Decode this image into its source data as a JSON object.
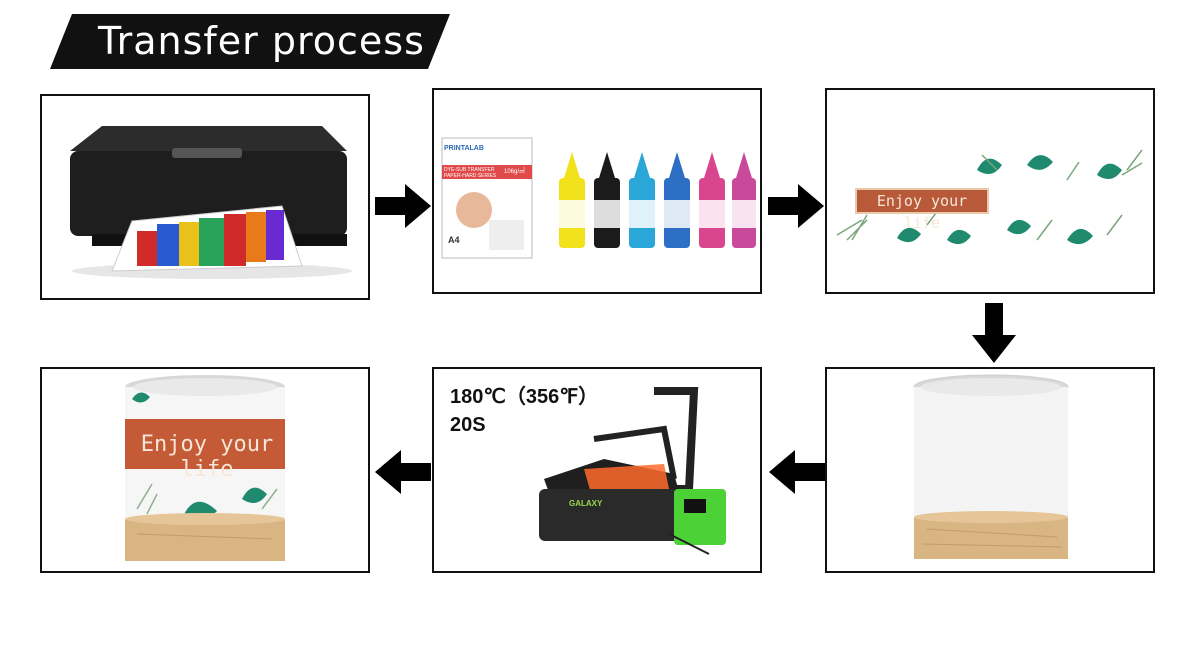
{
  "title": "Transfer process",
  "steps": [
    {
      "name": "printer"
    },
    {
      "name": "paper-and-inks",
      "paper_brand": "PRINTALAB",
      "paper_lines": [
        "DYE-SUB TRANSFER",
        "PAPER-HARD SERIES"
      ],
      "paper_weight": "106g/㎡",
      "paper_size": "A4",
      "ink_colors": [
        "#f2e21c",
        "#1b1b1b",
        "#2aa7d8",
        "#2d6fc4",
        "#d9458f",
        "#c94a9a"
      ]
    },
    {
      "name": "printed-transfer-paper",
      "label": "Enjoy your life"
    },
    {
      "name": "blank-mug"
    },
    {
      "name": "heat-press",
      "temperature": "180℃（356℉）",
      "time": "20S",
      "brand": "GALAXY"
    },
    {
      "name": "finished-mug",
      "label": "Enjoy your life"
    }
  ],
  "colors": {
    "banner": "#111111",
    "accent": "#b85a3a",
    "leaf": "#1f8a6e",
    "press_panel": "#4cd137"
  }
}
